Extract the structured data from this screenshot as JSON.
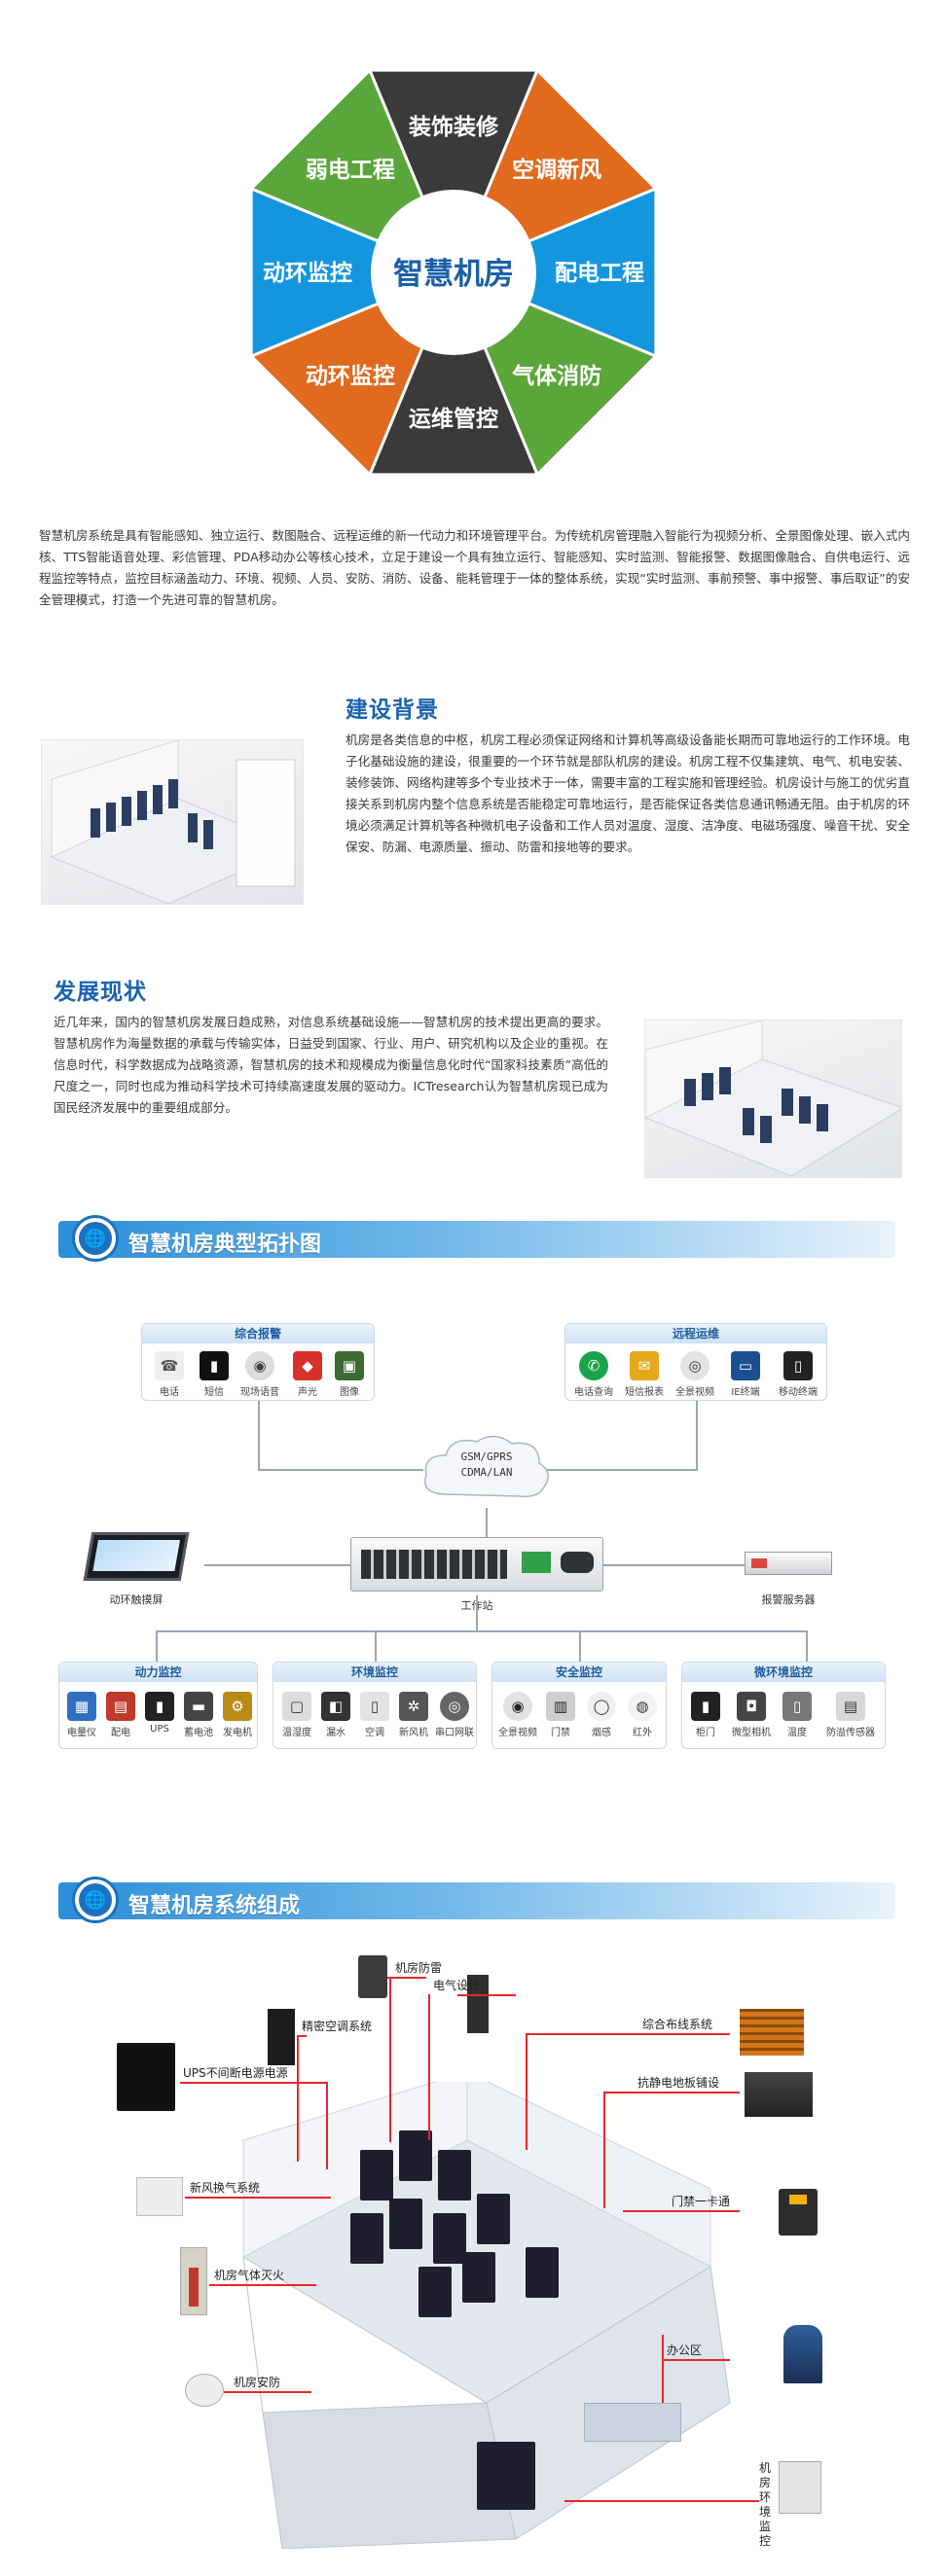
{
  "octagon": {
    "center": "智慧机房",
    "segments": [
      {
        "label": "装饰装修",
        "color": "#3a3a3a"
      },
      {
        "label": "空调新风",
        "color": "#e06a1e"
      },
      {
        "label": "配电工程",
        "color": "#1496df"
      },
      {
        "label": "气体消防",
        "color": "#5aa63a"
      },
      {
        "label": "运维管控",
        "color": "#3a3a3a"
      },
      {
        "label": "动环监控",
        "color": "#e06a1e"
      },
      {
        "label": "动环监控",
        "color": "#1496df"
      },
      {
        "label": "弱电工程",
        "color": "#5aa63a"
      }
    ]
  },
  "intro": "智慧机房系统是具有智能感知、独立运行、数图融合、远程运维的新一代动力和环境管理平台。为传统机房管理融入智能行为视频分析、全景图像处理、嵌入式内核、TTS智能语音处理、彩信管理、PDA移动办公等核心技术，立足于建设一个具有独立运行、智能感知、实时监测、智能报警、数据图像融合、自供电运行、远程监控等特点，监控目标涵盖动力、环境、视频、人员、安防、消防、设备、能耗管理于一体的整体系统，实现“实时监测、事前预警、事中报警、事后取证”的安全管理模式，打造一个先进可靠的智慧机房。",
  "background": {
    "title": "建设背景",
    "text": "机房是各类信息的中枢，机房工程必须保证网络和计算机等高级设备能长期而可靠地运行的工作环境。电子化基础设施的建设，很重要的一个环节就是部队机房的建设。机房工程不仅集建筑、电气、机电安装、装修装饰、网络构建等多个专业技术于一体，需要丰富的工程实施和管理经验。机房设计与施工的优劣直接关系到机房内整个信息系统是否能稳定可靠地运行，是否能保证各类信息通讯畅通无阻。由于机房的环境必须满足计算机等各种微机电子设备和工作人员对温度、湿度、洁净度、电磁场强度、噪音干扰、安全保安、防漏、电源质量、振动、防雷和接地等的要求。"
  },
  "status": {
    "title": "发展现状",
    "text": "近几年来，国内的智慧机房发展日趋成熟，对信息系统基础设施——智慧机房的技术提出更高的要求。智慧机房作为海量数据的承载与传输实体，日益受到国家、行业、用户、研究机构以及企业的重视。在信息时代，科学数据成为战略资源，智慧机房的技术和规模成为衡量信息化时代“国家科技素质”高低的尺度之一，同时也成为推动科学技术可持续高速度发展的驱动力。ICTresearch认为智慧机房现已成为国民经济发展中的重要组成部分。"
  },
  "topology": {
    "title": "智慧机房典型拓扑图",
    "alarm_box": {
      "title": "综合报警",
      "items": [
        "电话",
        "短信",
        "现场语音",
        "声光",
        "图像"
      ]
    },
    "remote_box": {
      "title": "远程运维",
      "items": [
        "电话查询",
        "短信报表",
        "全景视频",
        "IE终端",
        "移动终端"
      ]
    },
    "cloud": [
      "GSM/GPRS",
      "CDMA/LAN"
    ],
    "left_device": "动环触摸屏",
    "center_device": "工作站",
    "right_device": "报警服务器",
    "groups": [
      {
        "title": "动力监控",
        "items": [
          "电量仪",
          "配电",
          "UPS",
          "蓄电池",
          "发电机"
        ]
      },
      {
        "title": "环境监控",
        "items": [
          "温湿度",
          "漏水",
          "空调",
          "新风机",
          "串口网联"
        ]
      },
      {
        "title": "安全监控",
        "items": [
          "全景视频",
          "门禁",
          "烟感",
          "红外"
        ]
      },
      {
        "title": "微环境监控",
        "items": [
          "柜门",
          "微型相机",
          "温度",
          "防溢传感器"
        ]
      }
    ]
  },
  "composition": {
    "title": "智慧机房系统组成",
    "labels": [
      "机房防雷",
      "电气设计",
      "精密空调系统",
      "综合布线系统",
      "UPS不间断电源电源",
      "抗静电地板铺设",
      "新风换气系统",
      "门禁一卡通",
      "机房气体灭火",
      "办公区",
      "机房安防",
      "机房环境监控"
    ]
  }
}
